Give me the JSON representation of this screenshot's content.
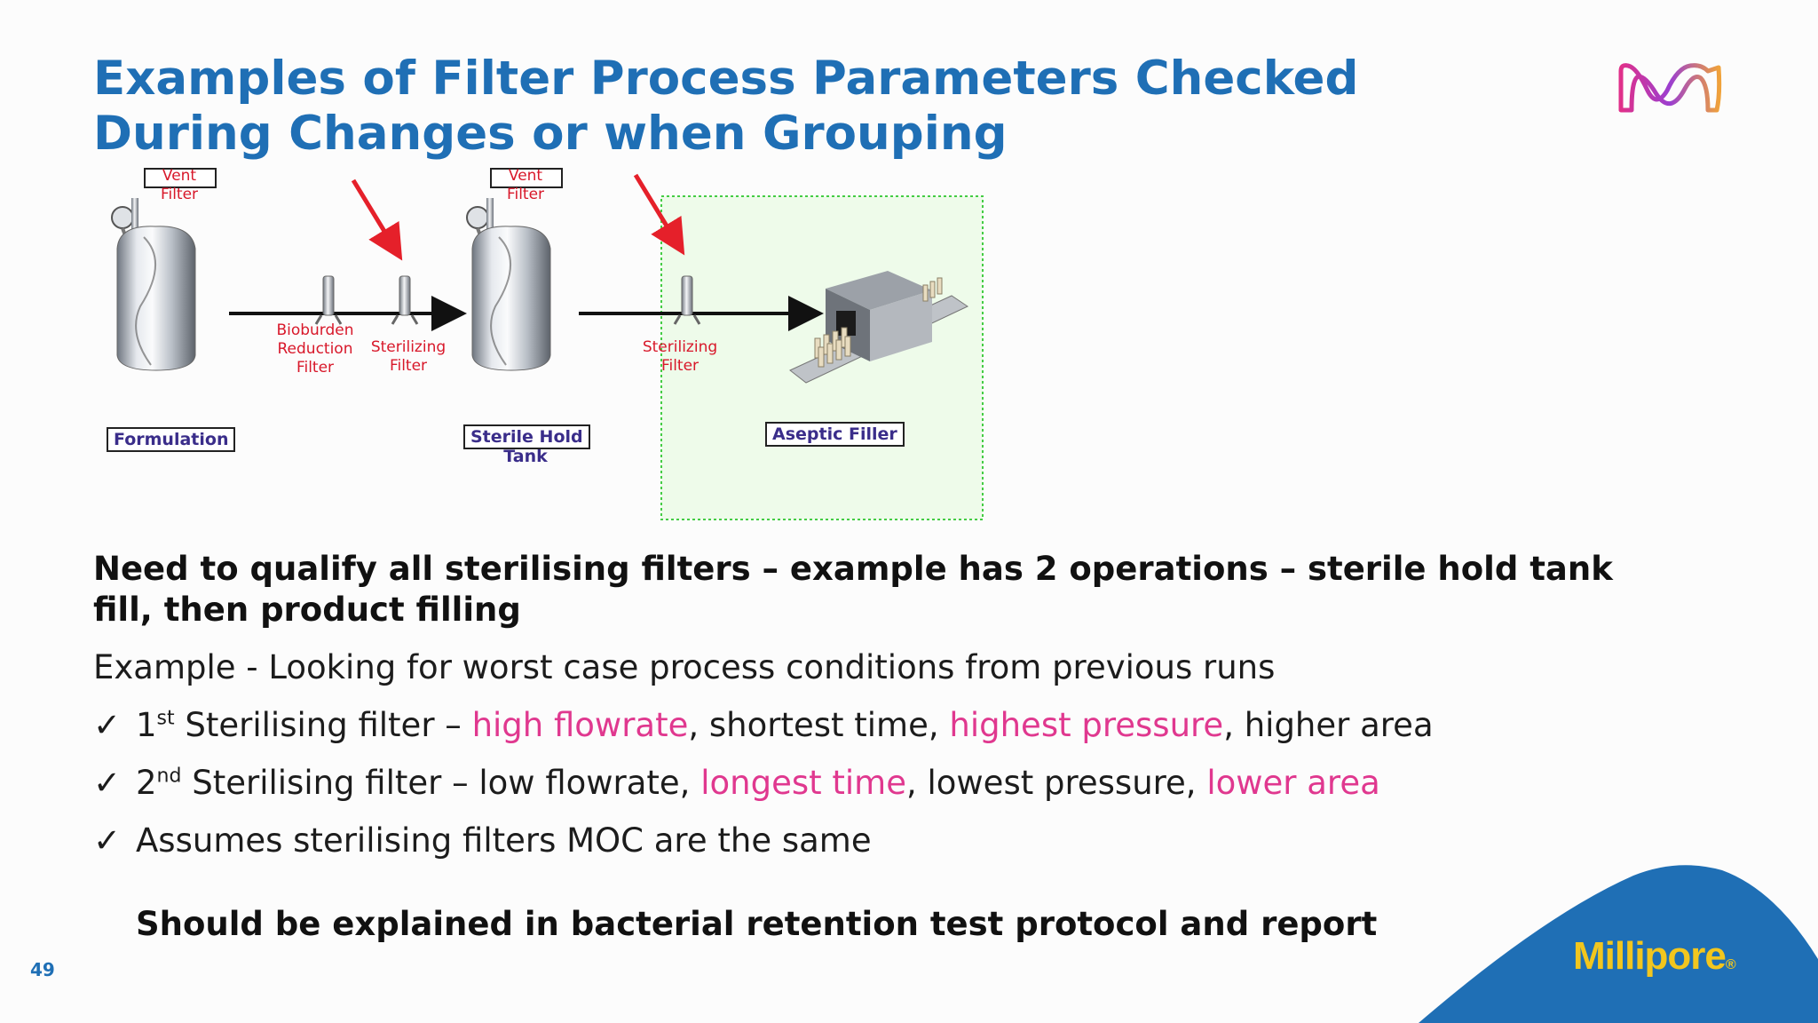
{
  "title": {
    "line1": "Examples of Filter Process Parameters Checked",
    "line2": "During Changes or when Grouping"
  },
  "diagram": {
    "vent1": {
      "line1": "Vent",
      "line2": "Filter"
    },
    "vent2": {
      "line1": "Vent",
      "line2": "Filter"
    },
    "bioburden": {
      "line1": "Bioburden",
      "line2": "Reduction",
      "line3": "Filter"
    },
    "sterilizing1": {
      "line1": "Sterilizing",
      "line2": "Filter"
    },
    "sterilizing2": {
      "line1": "Sterilizing",
      "line2": "Filter"
    },
    "formulation": "Formulation",
    "sterile_hold": {
      "line1": "Sterile Hold",
      "line2": "Tank"
    },
    "aseptic_filler": "Aseptic Filler",
    "colors": {
      "arrow": "#e5202a",
      "highlight_fill": "#eefbea",
      "highlight_border": "#44cc44"
    }
  },
  "body": {
    "heading_line1": "Need to qualify all sterilising filters – example has 2 operations – sterile hold tank",
    "heading_line2": "fill, then product filling",
    "example": "Example - Looking for worst case process conditions from previous runs",
    "bullet1": {
      "check": "✓",
      "num": "1",
      "sup": "st",
      "part1": " Sterilising filter – ",
      "hl1": "high flowrate",
      "part2": ", shortest time, ",
      "hl2": "highest pressure",
      "part3": ", higher area"
    },
    "bullet2": {
      "check": "✓",
      "num": "2",
      "sup": "nd",
      "part1": " Sterilising filter – low flowrate, ",
      "hl1": "longest time",
      "part2": ", lowest pressure, ",
      "hl2": "lower area"
    },
    "bullet3": {
      "check": "✓",
      "text": "Assumes sterilising filters MOC are the same"
    },
    "conclusion": "Should be explained in bacterial retention test protocol and report",
    "highlight_color": "#e0388f"
  },
  "footer": {
    "page_number": "49",
    "brand": "Millipore",
    "registered": "®",
    "brand_color": "#1f6fb5",
    "brand_text_color": "#f2c61e"
  }
}
